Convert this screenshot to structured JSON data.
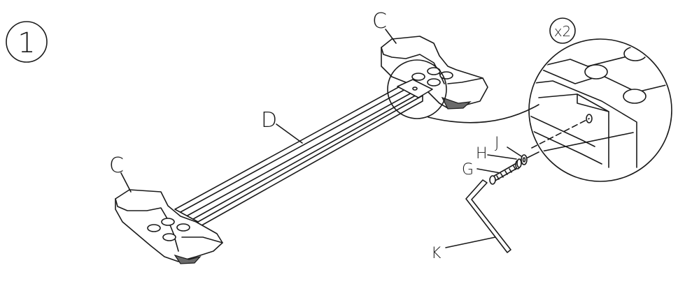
{
  "step": {
    "number": "1"
  },
  "multiplier": {
    "text": "x2"
  },
  "labels": {
    "c_top": "C",
    "c_left": "C",
    "d": "D",
    "g": "G",
    "h": "H",
    "j": "J",
    "k": "K"
  },
  "colors": {
    "ink": "#1a1a1a",
    "shade": "#6a6a6a",
    "background": "#ffffff"
  }
}
